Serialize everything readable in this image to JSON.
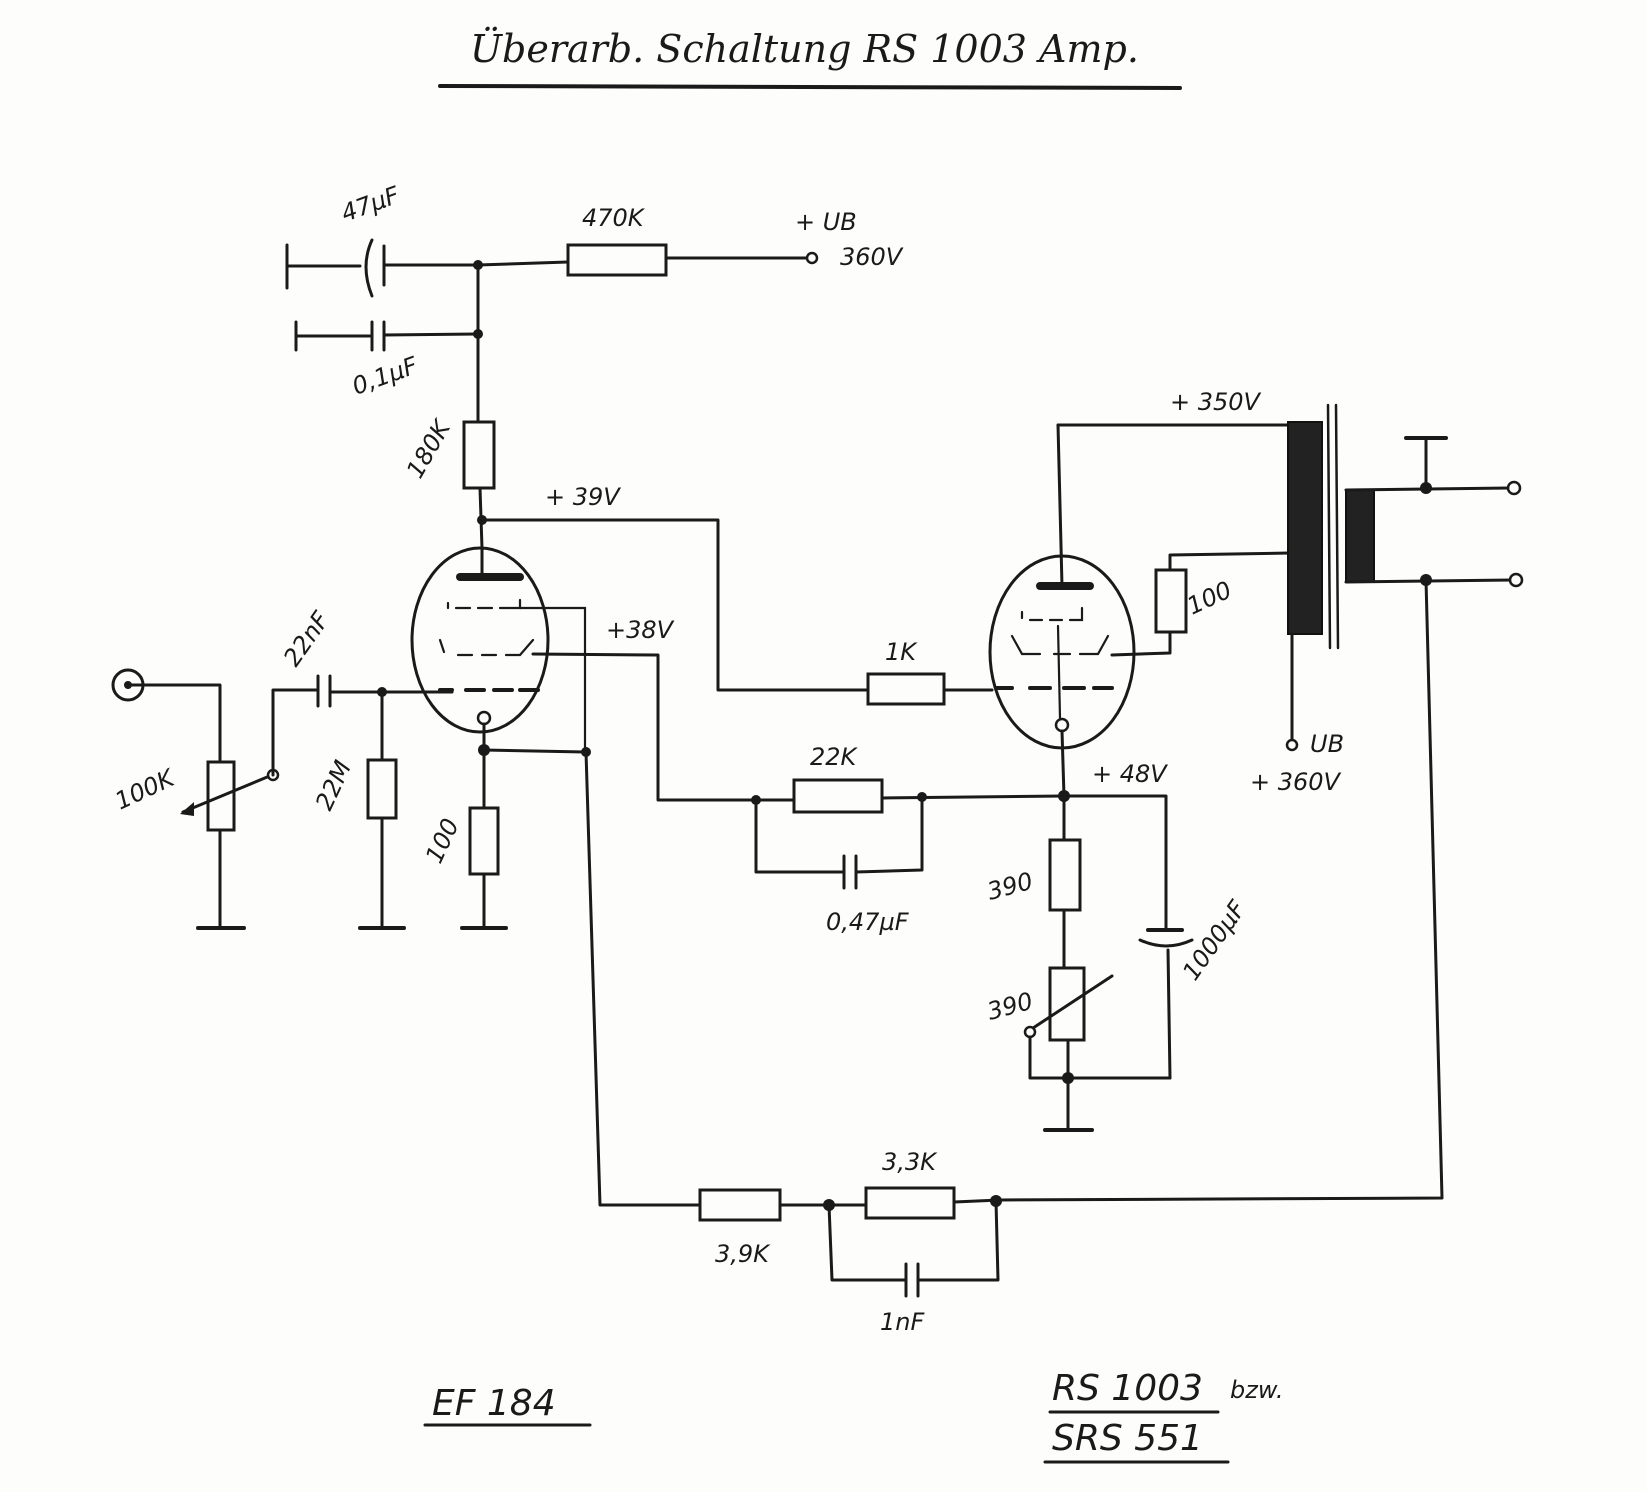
{
  "title": "Überarb. Schaltung  RS 1003 Amp.",
  "tubes": {
    "input": "EF 184",
    "output_line1": "RS 1003",
    "output_suffix": "bzw.",
    "output_line2": "SRS 551"
  },
  "supply": {
    "ub_label": "+ UB",
    "ub_value": "360V",
    "ub2_label": "UB",
    "ub2_value": "+ 360V"
  },
  "voltages": {
    "anode_v1": "+ 39V",
    "screen_v1": "+38V",
    "anode_v2": "+ 350V",
    "cathode_v2": "+ 48V"
  },
  "components": {
    "c_47uF": "47µF",
    "c_01uF": "0,1µF",
    "r_470k": "470K",
    "r_180k": "180K",
    "c_22nF": "22nF",
    "pot_100k": "100K",
    "r_22M": "22M",
    "r_100_cathode": "100",
    "r_1k": "1K",
    "r_100_screen": "100",
    "r_22k": "22K",
    "c_047uF": "0,47µF",
    "r_390": "390",
    "pot_390": "390",
    "c_1000uF": "1000µF",
    "r_3_9k": "3,9K",
    "r_3_3k": "3,3K",
    "c_1nF": "1nF"
  }
}
